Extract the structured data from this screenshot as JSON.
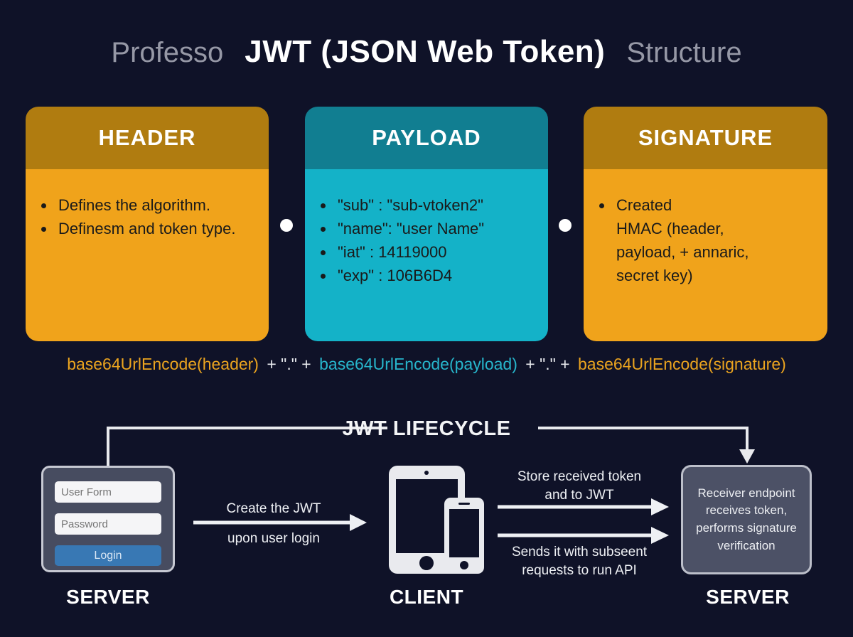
{
  "title": {
    "prefix": "Professo",
    "main": "JWT (JSON Web Token)",
    "suffix": "Structure"
  },
  "cards": [
    {
      "title": "HEADER",
      "bullets": [
        "Defines the algorithm.",
        "Definesm and token type."
      ]
    },
    {
      "title": "PAYLOAD",
      "bullets": [
        "\"sub\" : \"sub-vtoken2\"",
        "\"name\": \"user Name\"",
        "\"iat\" : 14119000",
        "\"exp\" : 106B6D4"
      ]
    },
    {
      "title": "SIGNATURE",
      "bullets": [
        "Created\nHMAC  (header, payload, + annaric, secret key)"
      ]
    }
  ],
  "formula": {
    "segments": [
      {
        "text": "base64UrlEncode(header)"
      },
      {
        "text": "+ \".\" +"
      },
      {
        "text": "base64UrlEncode(payload)"
      },
      {
        "text": "+ \".\" +"
      },
      {
        "text": "base64UrlEncode(signature)"
      }
    ]
  },
  "lifecycle": {
    "title": "JWT LIFECYCLE",
    "server_left": {
      "label": "SERVER",
      "form": {
        "username_placeholder": "User Form",
        "password_placeholder": "Password",
        "login_label": "Login"
      }
    },
    "client": {
      "label": "CLIENT"
    },
    "server_right": {
      "label": "SERVER",
      "box_text": "Receiver endpoint receives token, performs signature verification"
    },
    "arrows": {
      "create_line1": "Create the JWT",
      "create_line2": "upon user login",
      "store_text": "Store received token\nand to JWT",
      "send_text": "Sends it with subseent\nrequests to run API"
    }
  },
  "colors": {
    "background": "#0f1228",
    "orange_body": "#f0a31b",
    "orange_header": "#b07c10",
    "teal_body": "#14b2c8",
    "teal_header": "#117e91",
    "formula_orange": "#eba41f",
    "formula_teal": "#27b6cc",
    "login_button_blue": "#3878b4",
    "panel_slate": "#4c5166",
    "wire_white": "#e9eaee"
  }
}
